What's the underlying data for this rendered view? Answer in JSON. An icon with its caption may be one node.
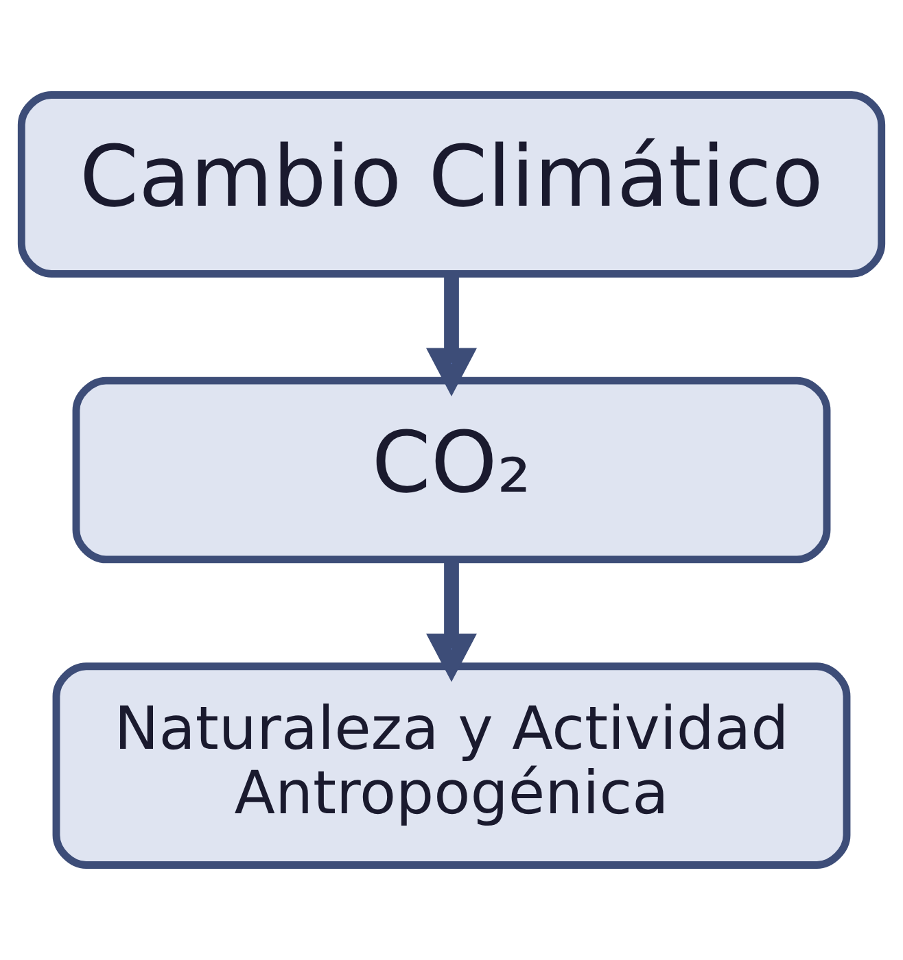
{
  "diagram": {
    "nodes": [
      {
        "text": [
          "Cambio Climático"
        ]
      },
      {
        "text": [
          "CO₂"
        ]
      },
      {
        "text": [
          "Naturaleza y Actividad Antropogénica"
        ]
      }
    ],
    "edges": [
      {
        "from": 0,
        "to": 1,
        "arrow": "to"
      },
      {
        "from": 1,
        "to": 2,
        "arrow": "to"
      }
    ]
  }
}
